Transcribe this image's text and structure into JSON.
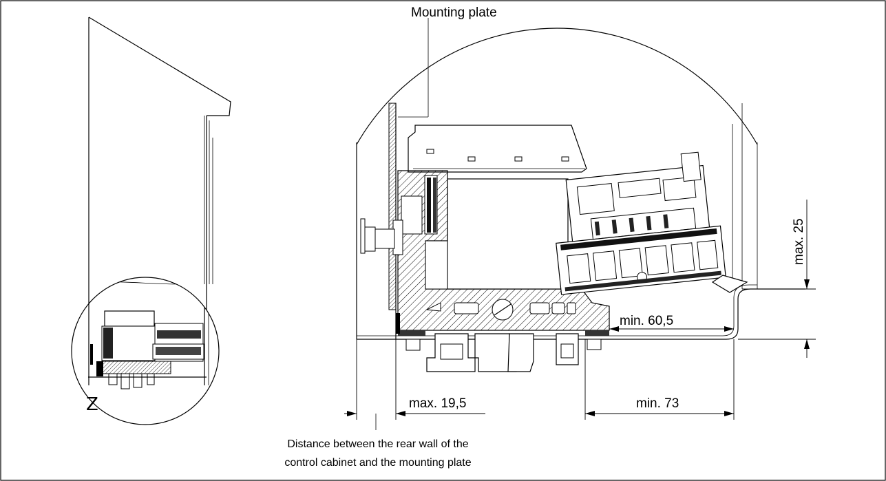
{
  "labels": {
    "mounting_plate": "Mounting plate",
    "max_25": "max. 25",
    "min_60_5": "min. 60,5",
    "max_19_5": "max. 19,5",
    "min_73": "min. 73",
    "distance_line1": "Distance between the rear wall of the",
    "distance_line2": "control cabinet and the mounting plate",
    "detail_z": "Z"
  }
}
